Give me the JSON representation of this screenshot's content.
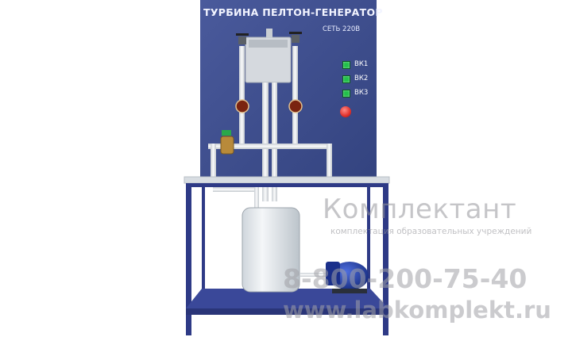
{
  "panel": {
    "title": "ТУРБИНА ПЕЛТОН-ГЕНЕРАТОР",
    "mains_label": "СЕТЬ 220В",
    "switches": [
      {
        "label": "ВК1"
      },
      {
        "label": "ВК2"
      },
      {
        "label": "ВК3"
      }
    ]
  },
  "watermark": {
    "brand": "Комплектант",
    "tagline": "комплектация образовательных учреждений",
    "phone": "8-800-200-75-40",
    "url": "www.labkomplekt.ru"
  },
  "colors": {
    "panel_blue": "#3b4b8c",
    "frame_blue": "#2e3a86",
    "switch_green": "#22c14a",
    "stop_red": "#e0302a",
    "pump_blue": "#1f3a9e",
    "pipe_white": "#eef0f2"
  }
}
